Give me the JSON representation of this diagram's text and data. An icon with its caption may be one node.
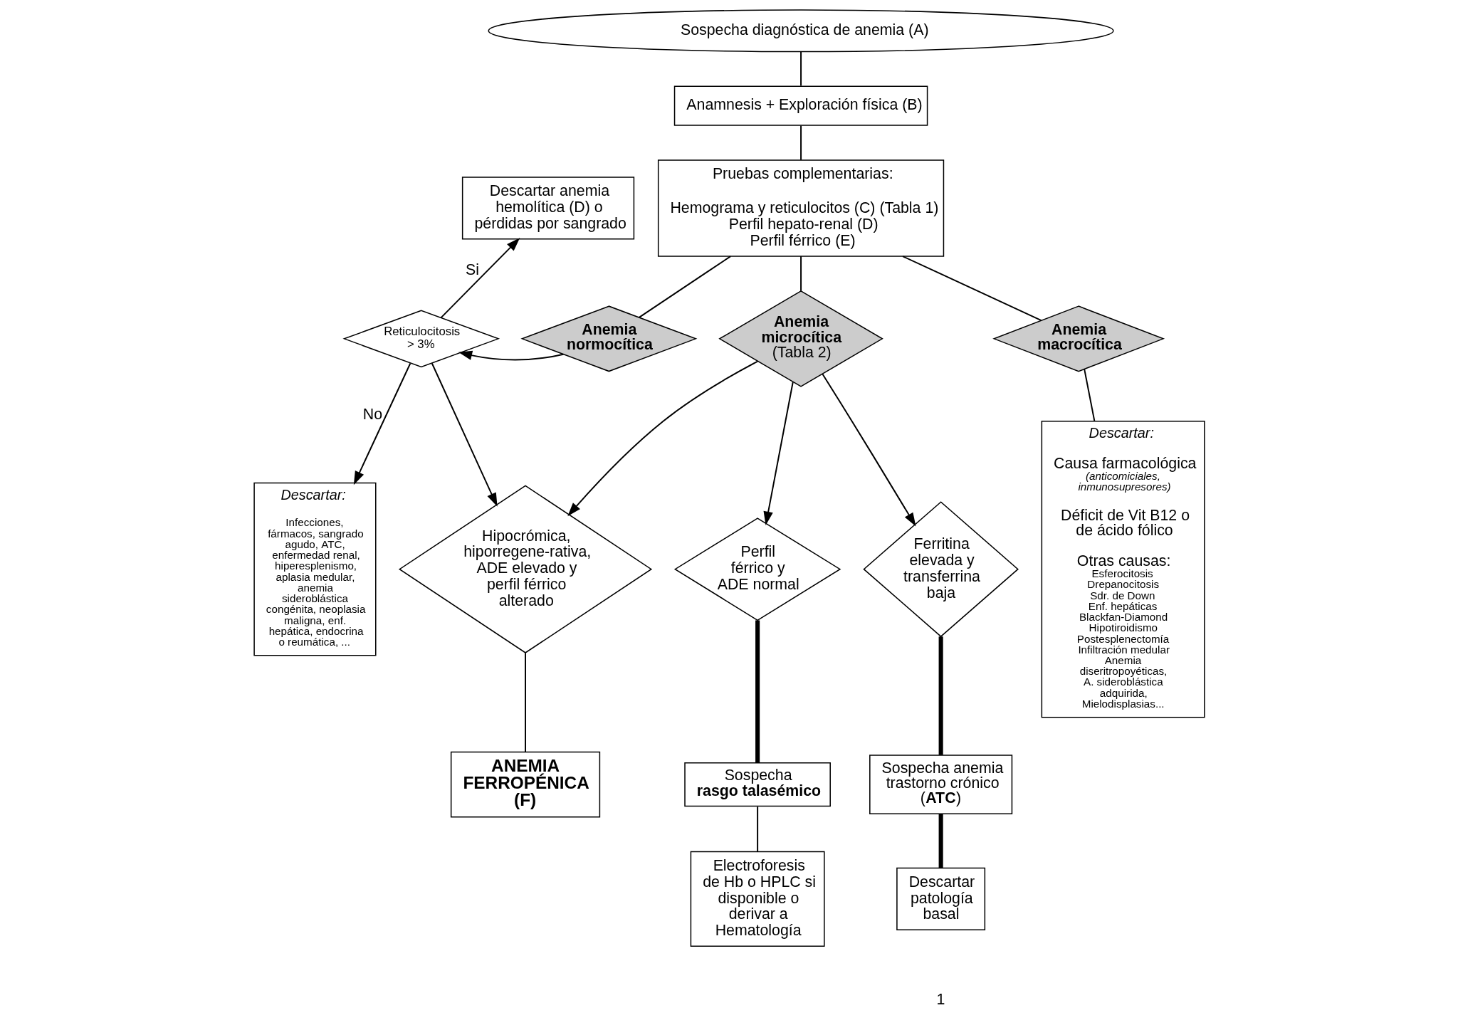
{
  "diagram": {
    "nodes": [
      {
        "text": [
          "Sospecha diagnóstica de anemia (A)"
        ]
      },
      {
        "text": [
          "Anamnesis + Exploración física (B)"
        ]
      },
      {
        "text": [
          "Pruebas complementarias:",
          "Hemograma y reticulocitos (C) (Tabla 1)",
          "Perfil hepato-renal (D)",
          "Perfil férrico (E)"
        ]
      },
      {
        "text": [
          "Descartar anemia hemolítica (D) o pérdidas por sangrado"
        ]
      },
      {
        "text": [
          "Reticulocitosis > 3%"
        ]
      },
      {
        "text": [
          "Anemia normocítica"
        ]
      },
      {
        "text": [
          "Anemia microcítica",
          "(Tabla 2)"
        ]
      },
      {
        "text": [
          "Anemia macrocítica"
        ]
      },
      {
        "text": [
          "Descartar:",
          "Infecciones, fármacos, sangrado agudo, ATC, enfermedad renal, hiperesplenismo, aplasia medular, anemia sideroblástica congénita, neoplasia maligna, enf. hepática, endocrina o reumática, ..."
        ]
      },
      {
        "text": [
          "Hipocrómica, hiporregene-rativa, ADE elevado y perfil férrico alterado"
        ]
      },
      {
        "text": [
          "Perfil férrico y ADE normal"
        ]
      },
      {
        "text": [
          "Ferritina elevada y transferrina baja"
        ]
      },
      {
        "text": [
          "Descartar:",
          "Causa farmacológica",
          "(anticomiciales, inmunosupresores)",
          "Déficit de Vit B12 o de ácido fólico",
          "Otras causas:",
          "Esferocitosis",
          "Drepanocitosis",
          "Sdr. de Down",
          "Enf. hepáticas",
          "Blackfan-Diamond",
          "Hipotiroidismo",
          "Postesplenectomía",
          "Infiltración medular",
          "Anemia diseritropoyéticas,",
          "A. sideroblástica adquirida,",
          "Mielodisplasias..."
        ]
      },
      {
        "text": [
          "ANEMIA FERROPÉNICA (F)"
        ]
      },
      {
        "text": [
          "Sospecha **rasgo talasémico**"
        ]
      },
      {
        "text": [
          "Electroforesis de Hb o HPLC si disponible o derivar a Hematología"
        ]
      },
      {
        "text": [
          "Sospecha anemia trastorno crónico (**ATC**)"
        ]
      },
      {
        "text": [
          "Descartar patología basal"
        ]
      }
    ],
    "edges": [
      {
        "from": 0,
        "to": 1,
        "arrow": "none"
      },
      {
        "from": 1,
        "to": 2,
        "arrow": "none"
      },
      {
        "from": 2,
        "to": 5,
        "arrow": "none"
      },
      {
        "from": 2,
        "to": 6,
        "arrow": "none"
      },
      {
        "from": 2,
        "to": 7,
        "arrow": "none"
      },
      {
        "from": 5,
        "to": 4,
        "arrow": "to"
      },
      {
        "from": 4,
        "to": 3,
        "arrow": "to",
        "label": "Si"
      },
      {
        "from": 4,
        "to": 8,
        "arrow": "to",
        "label": "No"
      },
      {
        "from": 4,
        "to": 9,
        "arrow": "to"
      },
      {
        "from": 6,
        "to": 9,
        "arrow": "to"
      },
      {
        "from": 6,
        "to": 10,
        "arrow": "to"
      },
      {
        "from": 6,
        "to": 11,
        "arrow": "to"
      },
      {
        "from": 7,
        "to": 12,
        "arrow": "none"
      },
      {
        "from": 9,
        "to": 13,
        "arrow": "none"
      },
      {
        "from": 10,
        "to": 14,
        "arrow": "none",
        "style": "thick"
      },
      {
        "from": 14,
        "to": 15,
        "arrow": "none"
      },
      {
        "from": 11,
        "to": 16,
        "arrow": "none",
        "style": "thick"
      },
      {
        "from": 16,
        "to": 17,
        "arrow": "none",
        "style": "thick"
      }
    ],
    "labels": [
      "1"
    ]
  }
}
